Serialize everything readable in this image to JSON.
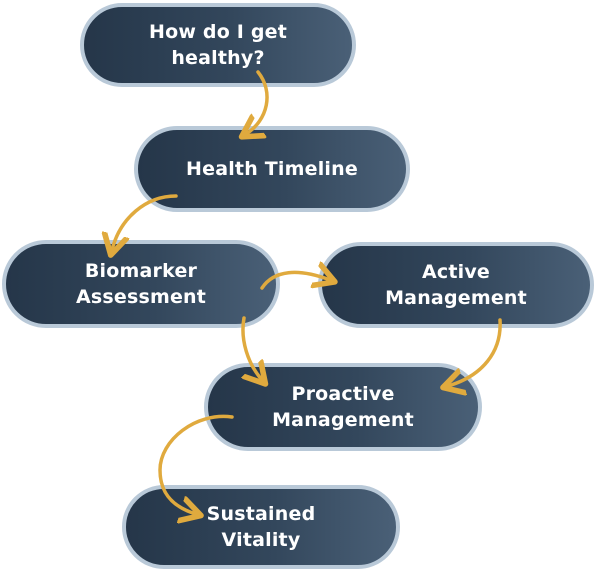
{
  "diagram": {
    "nodes": {
      "question": "How do I get healthy?",
      "health_timeline": "Health Timeline",
      "biomarker_assessment": "Biomarker\nAssessment",
      "active_management": "Active\nManagement",
      "proactive_management": "Proactive\nManagement",
      "sustained_vitality": "Sustained\nVitality"
    },
    "colors": {
      "node_fill_dark": "#253649",
      "node_fill_light": "#4a6077",
      "node_border": "#b9c9d8",
      "node_text": "#ffffff",
      "arrow": "#e0aa3e"
    }
  }
}
